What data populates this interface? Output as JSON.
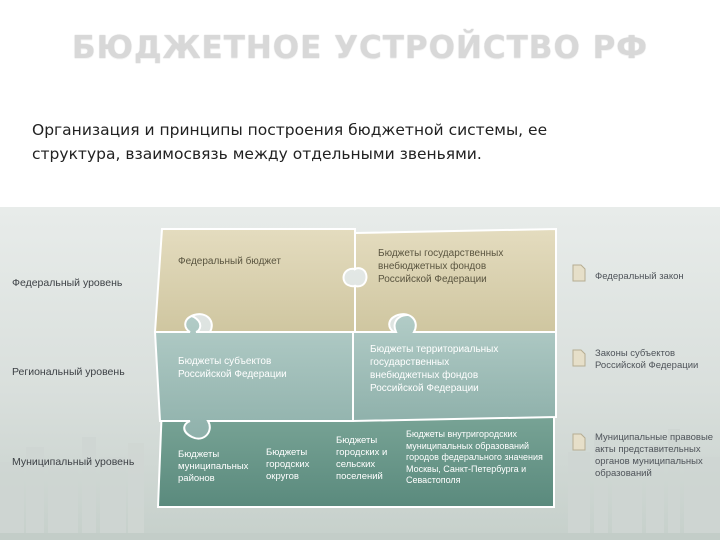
{
  "header": {
    "title": "БЮДЖЕТНОЕ УСТРОЙСТВО РФ",
    "subtitle_lines": [
      "Организация и принципы построения бюджетной системы, ее",
      "структура, взаимосвязь между отдельными звеньями."
    ]
  },
  "diagram": {
    "levels": [
      "Федеральный уровень",
      "Региональный уровень",
      "Муниципальный уровень"
    ],
    "federal": {
      "budget": [
        "Федеральный бюджет"
      ],
      "funds": [
        "Бюджеты государственных",
        "внебюджетных фондов",
        "Российской Федерации"
      ]
    },
    "regional": {
      "budget": [
        "Бюджеты субъектов",
        "Российской Федерации"
      ],
      "funds": [
        "Бюджеты территориальных",
        "государственных",
        "внебюджетных фондов",
        "Российской Федерации"
      ]
    },
    "municipal": {
      "districts": [
        "Бюджеты",
        "муниципальных",
        "районов"
      ],
      "city_districts": [
        "Бюджеты",
        "городских",
        "округов"
      ],
      "settlements": [
        "Бюджеты",
        "городских и",
        "сельских",
        "поселений"
      ],
      "intracity": [
        "Бюджеты внутригородских",
        "муниципальных образований",
        "городов федерального значения",
        "Москвы, Санкт-Петербурга и",
        "Севастополя"
      ]
    },
    "laws": {
      "federal": [
        "Федеральный закон"
      ],
      "regional": [
        "Законы субъектов",
        "Российской Федерации"
      ],
      "municipal": [
        "Муниципальные правовые",
        "акты представительных",
        "органов муниципальных",
        "образований"
      ]
    },
    "colors": {
      "federal_piece": "#d8cfad",
      "regional_piece": "#9dbcb7",
      "municipal_piece": "#6d9b8f",
      "text_light": "#ffffff"
    }
  }
}
